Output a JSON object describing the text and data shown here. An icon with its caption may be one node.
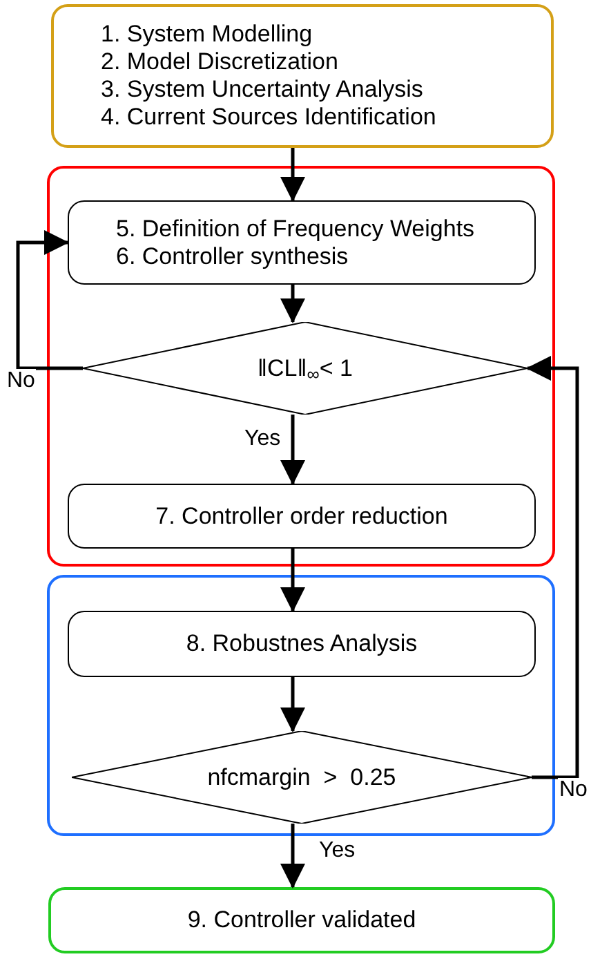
{
  "diagram": {
    "nodes": [
      {
        "text": [
          "1. System Modelling",
          "2. Model Discretization",
          "3. System Uncertainty Analysis",
          "4. Current Sources Identification"
        ]
      },
      {
        "text": [],
        "shape": "box"
      },
      {
        "text": [
          "5. Definition of Frequency Weights",
          "6. Controller synthesis"
        ],
        "in": 1
      },
      {
        "text": [
          "‖CL‖$_{∞}$< 1"
        ],
        "in": 1
      },
      {
        "text": [
          "7. Controller order reduction"
        ],
        "in": 1
      },
      {
        "text": [],
        "shape": "box"
      },
      {
        "text": [
          "8. Robustnes Analysis"
        ],
        "in": 5
      },
      {
        "text": [
          "nfcmargin  >  0.25"
        ],
        "in": 5
      },
      {
        "text": [
          "9. Controller validated"
        ]
      }
    ],
    "edges": [
      {
        "from": 0,
        "to": 2,
        "arrow": "to"
      },
      {
        "from": 2,
        "to": 3,
        "arrow": "to"
      },
      {
        "from": 3,
        "to": 4,
        "arrow": "to",
        "label": "Yes"
      },
      {
        "from": 3,
        "to": 2,
        "arrow": "to",
        "label": "No"
      },
      {
        "from": 4,
        "to": 6,
        "arrow": "to"
      },
      {
        "from": 6,
        "to": 7,
        "arrow": "to"
      },
      {
        "from": 7,
        "to": 8,
        "arrow": "to",
        "label": "Yes"
      },
      {
        "from": 7,
        "to": 3,
        "arrow": "to",
        "label": "No"
      }
    ]
  }
}
